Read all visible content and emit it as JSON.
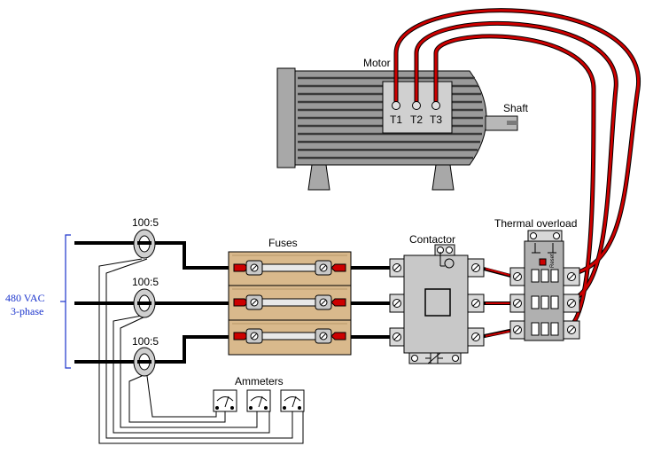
{
  "labels": {
    "motor": "Motor",
    "shaft": "Shaft",
    "fuses": "Fuses",
    "contactor": "Contactor",
    "thermal_overload": "Thermal overload",
    "ammeters": "Ammeters",
    "supply_line1": "480 VAC",
    "supply_line2": "3-phase",
    "reset": "Reset"
  },
  "ct_ratios": [
    "100:5",
    "100:5",
    "100:5"
  ],
  "motor_terminals": [
    "T1",
    "T2",
    "T3"
  ],
  "colors": {
    "fuse_block": "#d9b98c",
    "motor_body": "#9a9a9a",
    "motor_fin": "#3a3a3a",
    "wire_red": "#cc0000",
    "bracket_blue": "#1a33cc",
    "contactor_body": "#c8c8c8",
    "overload_body": "#b0b0b0"
  }
}
